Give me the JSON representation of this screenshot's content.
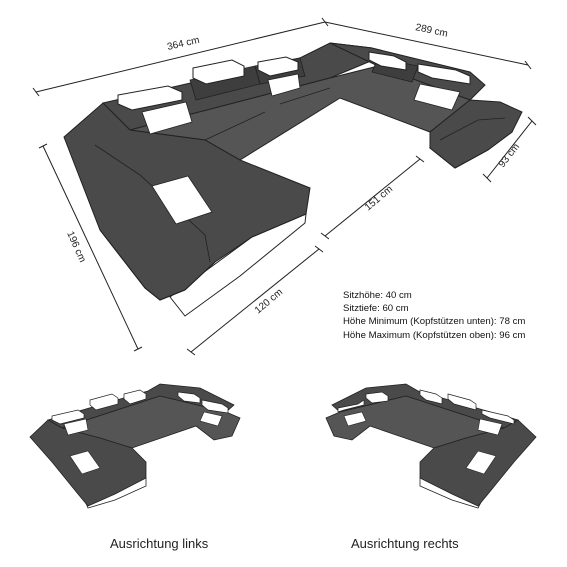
{
  "dimensions": {
    "top_width": "364 cm",
    "right_width": "289 cm",
    "left_depth": "196 cm",
    "right_depth": "93 cm",
    "inner_depth": "151 cm",
    "chaise_width": "120 cm"
  },
  "specs": [
    "Sitzhöhe: 40 cm",
    "Sitztiefe: 60 cm",
    "Höhe Minimum (Kopfstützen unten): 78 cm",
    "Höhe Maximum (Kopfstützen oben): 96 cm"
  ],
  "variants": {
    "left_label": "Ausrichtung links",
    "right_label": "Ausrichtung rechts"
  },
  "colors": {
    "upholstery": "#4a4a4a",
    "upholstery_dark": "#333333",
    "cushion": "#ffffff",
    "line": "#222222"
  }
}
